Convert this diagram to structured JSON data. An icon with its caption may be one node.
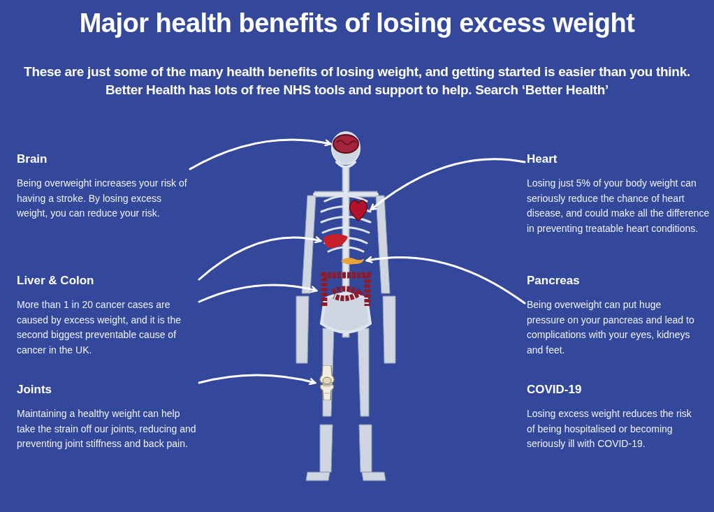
{
  "diagram": {
    "title": "Major health benefits of losing excess weight",
    "nodes": [
      {
        "text": [
          "Brain",
          "Being overweight increases your risk of having a stroke. By losing excess weight, you can reduce your risk."
        ]
      },
      {
        "text": [
          "Heart",
          "Losing just 5% of your body weight can seriously reduce the chance of heart disease, and could make all the difference in preventing treatable heart conditions."
        ]
      },
      {
        "text": [
          "Liver & Colon",
          "More than 1 in 20 cancer cases are caused by excess weight, and it is the second biggest preventable cause of cancer in the UK."
        ]
      },
      {
        "text": [
          "Pancreas",
          "Being overweight can put huge pressure on your pancreas and lead to complications with your eyes, kidneys and feet."
        ]
      },
      {
        "text": [
          "Joints",
          "Maintaining a healthy weight can help take the strain off our joints, reducing and preventing joint stiffness and back pain."
        ]
      },
      {
        "text": [
          "COVID-19",
          "Losing excess weight reduces the risk of being hospitalised or becoming seriously ill with COVID-19."
        ]
      },
      {
        "text": [],
        "shape": "picture"
      },
      {
        "text": [],
        "shape": "picture",
        "in": 6
      },
      {
        "text": [],
        "shape": "picture",
        "in": 6
      },
      {
        "text": [],
        "shape": "picture",
        "in": 6
      },
      {
        "text": [],
        "shape": "picture",
        "in": 6
      },
      {
        "text": [],
        "shape": "picture",
        "in": 6
      },
      {
        "text": [],
        "shape": "picture",
        "in": 6
      }
    ],
    "edges": [
      {
        "from": 0,
        "to": 7,
        "arrow": "to"
      },
      {
        "from": 1,
        "to": 8,
        "arrow": "to"
      },
      {
        "from": 2,
        "to": 9,
        "arrow": "to"
      },
      {
        "from": 2,
        "to": 11,
        "arrow": "to"
      },
      {
        "from": 3,
        "to": 10,
        "arrow": "to"
      },
      {
        "from": 4,
        "to": 12,
        "arrow": "to"
      }
    ],
    "labels": [
      "These are just some of the many health benefits of losing weight, and getting started is easier than you think. Better Health has lots of free NHS tools and support to help. Search ‘Better Health’"
    ]
  }
}
